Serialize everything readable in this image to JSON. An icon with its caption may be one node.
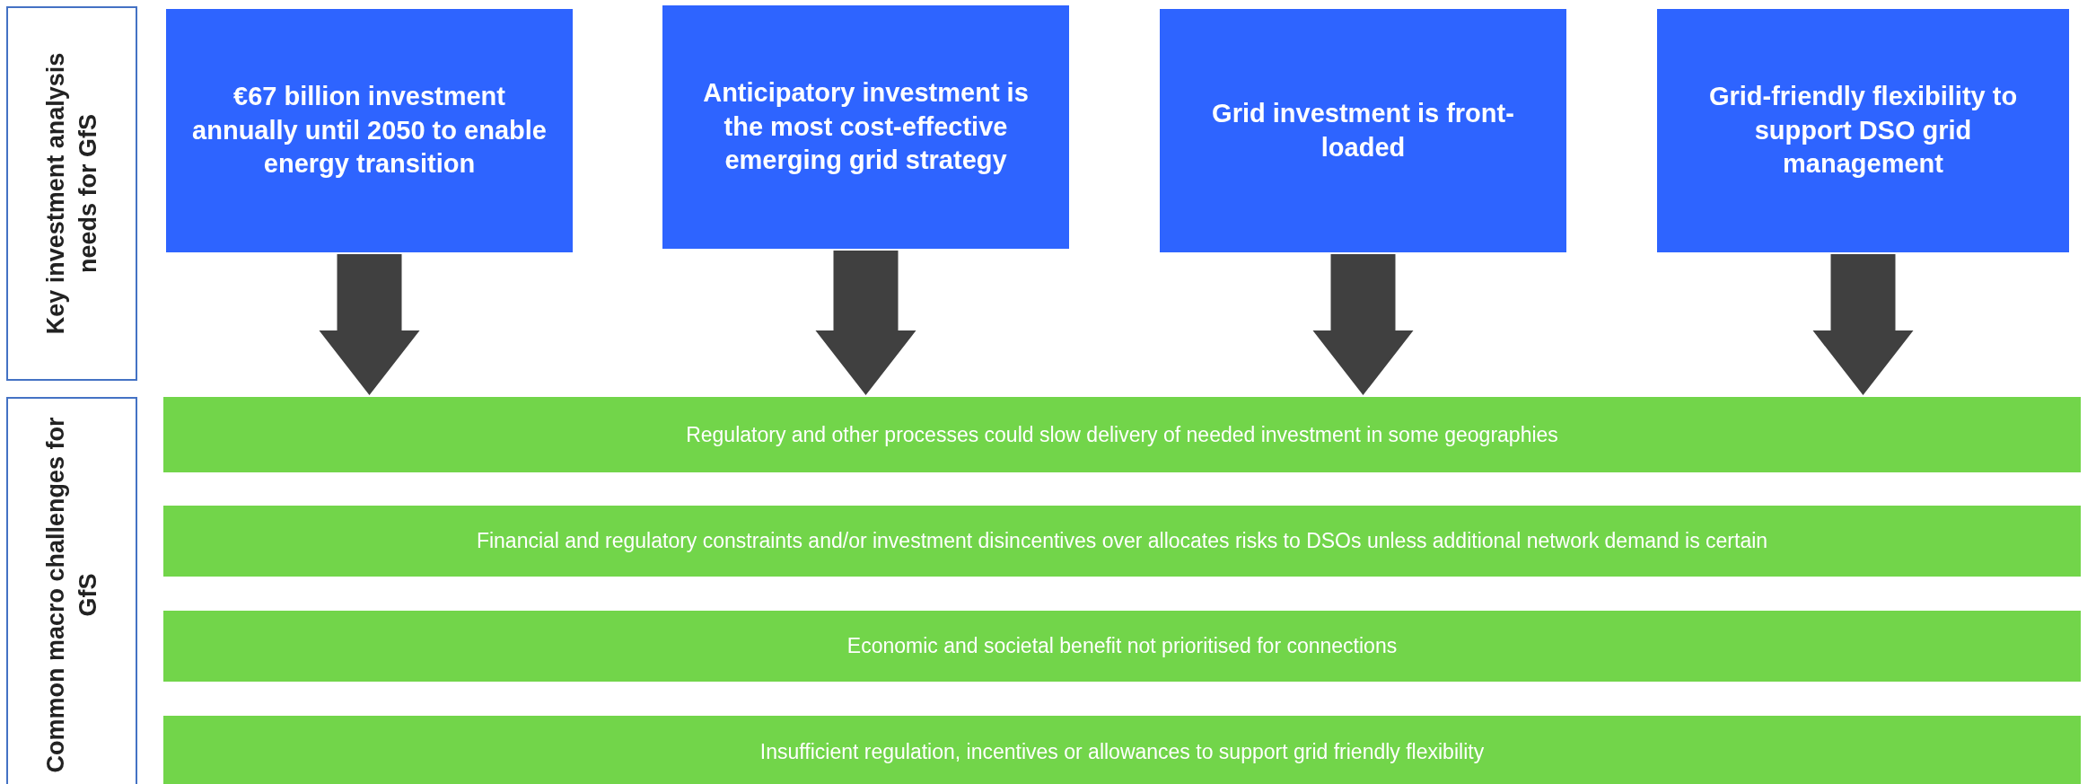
{
  "diagram": {
    "nodes": [
      {
        "text": [
          "Key investment analysis needs for GfS"
        ]
      },
      {
        "text": [
          "Common macro challenges for GfS"
        ]
      },
      {
        "text": [
          "€67 billion investment annually until 2050 to enable energy transition"
        ]
      },
      {
        "text": [
          "Anticipatory investment is the most cost-effective emerging grid strategy"
        ]
      },
      {
        "text": [
          "Grid investment is front-loaded"
        ]
      },
      {
        "text": [
          "Grid-friendly flexibility to support DSO grid management"
        ]
      },
      {
        "text": [
          "Regulatory and other processes could slow delivery of needed investment in some geographies"
        ]
      },
      {
        "text": [
          "Financial and regulatory constraints and/or investment disincentives over allocates risks to DSOs unless additional network demand is certain"
        ]
      },
      {
        "text": [
          "Economic and societal benefit not prioritised for connections"
        ]
      },
      {
        "text": [
          "Insufficient regulation, incentives or allowances to support grid friendly flexibility"
        ]
      }
    ],
    "edges": [
      {
        "from": 2,
        "to": 6,
        "arrow": "to",
        "style": "thick"
      },
      {
        "from": 3,
        "to": 6,
        "arrow": "to",
        "style": "thick"
      },
      {
        "from": 4,
        "to": 6,
        "arrow": "to",
        "style": "thick"
      },
      {
        "from": 5,
        "to": 6,
        "arrow": "to",
        "style": "thick"
      }
    ]
  }
}
